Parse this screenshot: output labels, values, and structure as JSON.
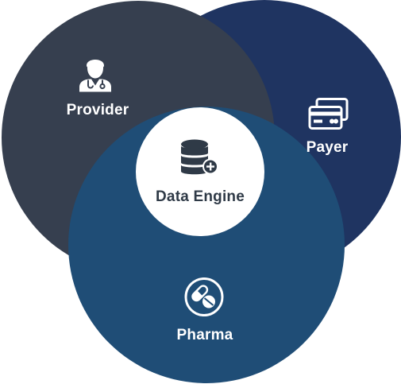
{
  "diagram": {
    "provider": {
      "label": "Provider",
      "icon": "doctor-icon",
      "color": "#363f4f"
    },
    "payer": {
      "label": "Payer",
      "icon": "credit-cards-icon",
      "color": "#1f3461"
    },
    "pharma": {
      "label": "Pharma",
      "icon": "pills-icon",
      "color": "#1f4d76"
    },
    "center": {
      "label": "Data Engine",
      "icon": "database-add-icon",
      "color": "#ffffff",
      "text_color": "#2f3a47"
    }
  }
}
